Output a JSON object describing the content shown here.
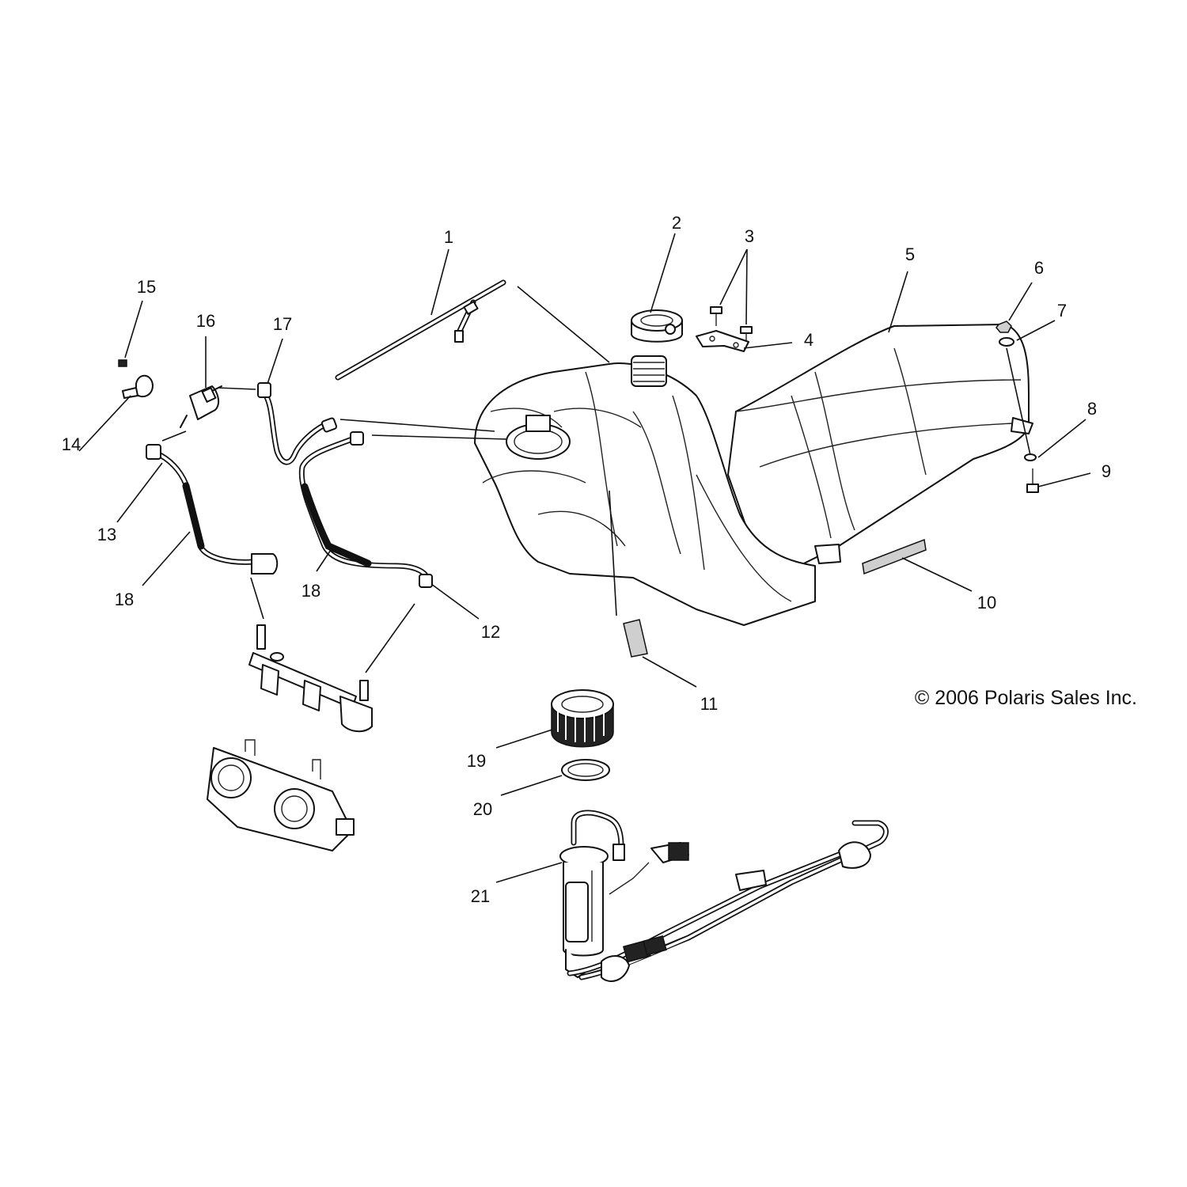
{
  "copyright": "© 2006 Polaris Sales Inc.",
  "callouts": [
    "1",
    "2",
    "3",
    "4",
    "5",
    "6",
    "7",
    "8",
    "9",
    "10",
    "11",
    "12",
    "13",
    "14",
    "15",
    "16",
    "17",
    "18",
    "18",
    "19",
    "20",
    "21"
  ]
}
